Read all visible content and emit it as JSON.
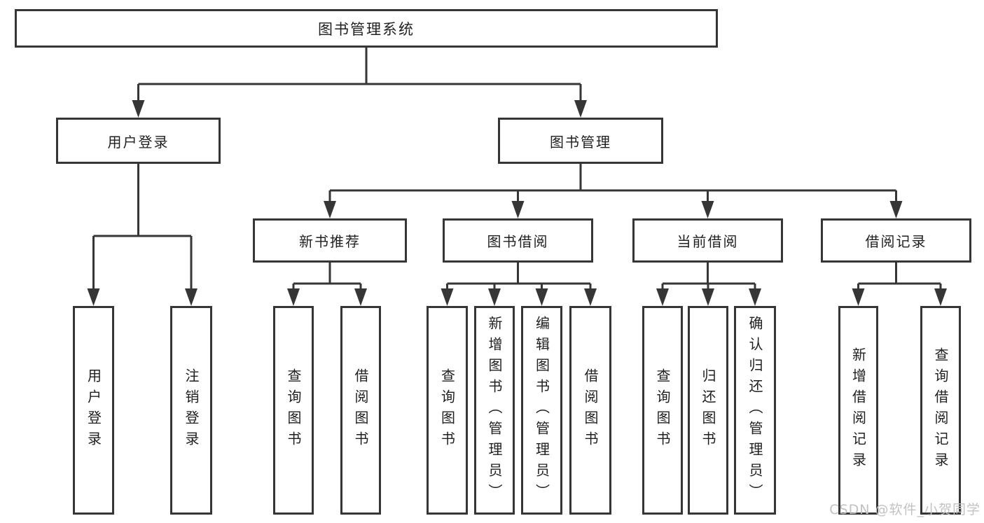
{
  "diagram": {
    "tree": {
      "root": {
        "label": "图书管理系统"
      },
      "children": [
        {
          "label": "用户登录",
          "children": [
            {
              "label": "用户登录"
            },
            {
              "label": "注销登录"
            }
          ]
        },
        {
          "label": "图书管理",
          "children": [
            {
              "label": "新书推荐",
              "children": [
                {
                  "label": "查询图书"
                },
                {
                  "label": "借阅图书"
                }
              ]
            },
            {
              "label": "图书借阅",
              "children": [
                {
                  "label": "查询图书"
                },
                {
                  "label": "新增图书（管理员）"
                },
                {
                  "label": "编辑图书（管理员）"
                },
                {
                  "label": "借阅图书"
                }
              ]
            },
            {
              "label": "当前借阅",
              "children": [
                {
                  "label": "查询图书"
                },
                {
                  "label": "归还图书"
                },
                {
                  "label": "确认归还（管理员）"
                }
              ]
            },
            {
              "label": "借阅记录",
              "children": [
                {
                  "label": "新增借阅记录"
                },
                {
                  "label": "查询借阅记录"
                }
              ]
            }
          ]
        }
      ]
    },
    "colors": {
      "line": "#363636",
      "box_border": "#363636",
      "box_background": "#ffffff",
      "text": "#1f1f1f",
      "page_background": "#ffffff",
      "watermark": "#c2c2c2"
    }
  },
  "watermark": {
    "text": "CSDN @软件_小贺同学"
  }
}
